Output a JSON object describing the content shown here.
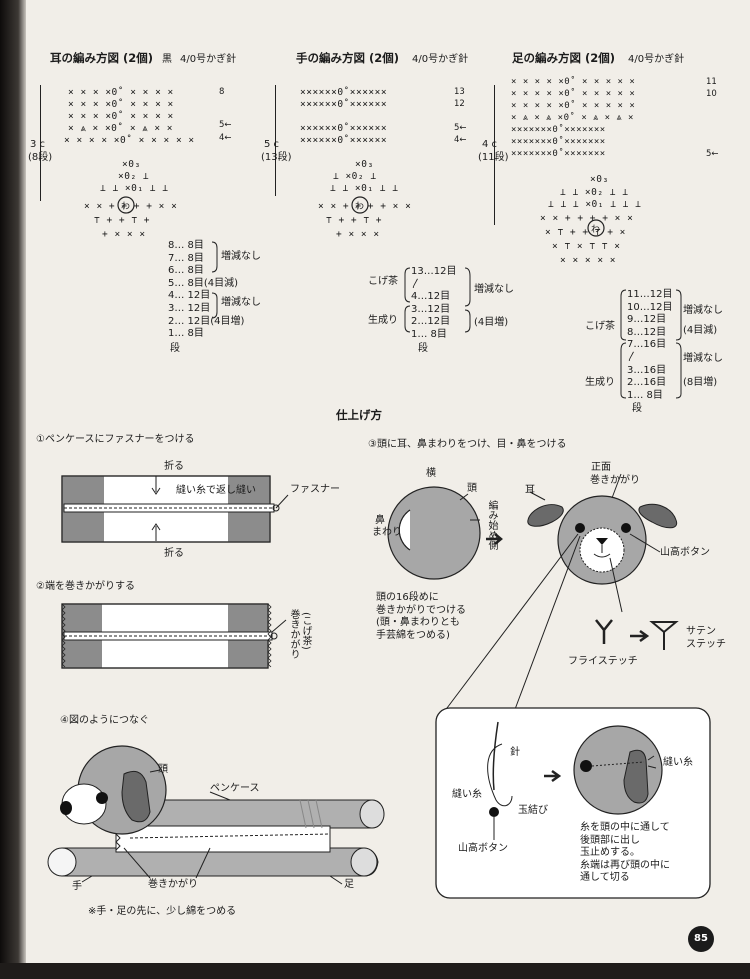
{
  "ear": {
    "title": "耳の編み方図 (2個)",
    "color": "黒",
    "hook": "4/0号かぎ針",
    "size": "3 c",
    "rows_count": "(8段)",
    "row_marks": [
      "8",
      "5←",
      "4←"
    ],
    "table": [
      "8… 8目",
      "7… 8目",
      "6… 8目",
      "5… 8目(4目減)",
      "4… 12目",
      "3… 12目",
      "2… 12目(4目増)",
      "1… 8目"
    ],
    "note_a": "増減なし",
    "note_b": "増減なし",
    "dan": "段"
  },
  "hand": {
    "title": "手の編み方図 (2個)",
    "hook": "4/0号かぎ針",
    "size": "5 c",
    "rows_count": "(13段)",
    "row_marks": [
      "13",
      "12",
      "5←",
      "4←"
    ],
    "color_a": "こげ茶",
    "color_b": "生成り",
    "table": [
      "13…12目",
      "〳",
      "4…12目",
      "3…12目",
      "2…12目",
      "1… 8目"
    ],
    "note_a": "増減なし",
    "note_b": "(4目増)",
    "dan": "段"
  },
  "foot": {
    "title": "足の編み方図 (2個)",
    "hook": "4/0号かぎ針",
    "size": "4 c",
    "rows_count": "(11段)",
    "row_marks": [
      "11",
      "10",
      "5←"
    ],
    "color_a": "こげ茶",
    "color_b": "生成り",
    "table": [
      "11…12目",
      "10…12目",
      "9…12目",
      "8…12目",
      "7…16目",
      "〳",
      "3…16目",
      "2…16目",
      "1… 8目"
    ],
    "note_a": "増減なし",
    "note_b": "(4目減)",
    "note_c": "増減なし",
    "note_d": "(8目増)",
    "dan": "段"
  },
  "finish_title": "仕上げ方",
  "step1": {
    "title": "①ペンケースにファスナーをつける",
    "fold_top": "折る",
    "fold_bottom": "折る",
    "sew": "縫い糸で返し縫い",
    "fastener": "ファスナー"
  },
  "step2": {
    "title": "②端を巻きかがりする",
    "label": "巻きかがり",
    "color": "(こげ茶)"
  },
  "step3": {
    "title": "③頭に耳、鼻まわりをつけ、目・鼻をつける",
    "side": "横",
    "head": "頭",
    "nose_a": "鼻",
    "nose_b": "まわり",
    "start_side": "編み始め側",
    "front": "正面",
    "whip": "巻きかがり",
    "ear": "耳",
    "button": "山高ボタン",
    "note": [
      "頭の16段めに",
      "巻きかがりでつける",
      "(頭・鼻まわりとも",
      "手芸綿をつめる)"
    ],
    "fly": "フライステッチ",
    "satin_a": "サテン",
    "satin_b": "ステッチ"
  },
  "inset": {
    "needle": "針",
    "thread": "縫い糸",
    "knot": "玉結び",
    "button": "山高ボタン",
    "thread2": "縫い糸",
    "desc": [
      "糸を頭の中に通して",
      "後頭部に出し",
      "玉止めする。",
      "糸端は再び頭の中に",
      "通して切る"
    ]
  },
  "step4": {
    "title": "④図のようにつなぐ",
    "head": "頭",
    "case": "ペンケース",
    "hand": "手",
    "whip": "巻きかがり",
    "foot": "足",
    "note": "※手・足の先に、少し綿をつめる"
  },
  "page_number": "85"
}
